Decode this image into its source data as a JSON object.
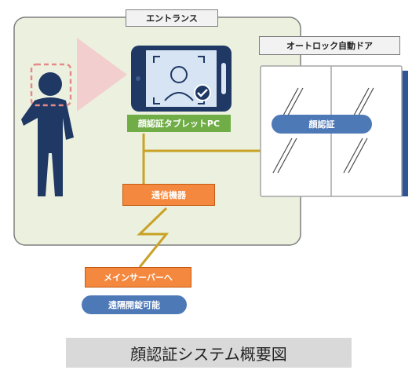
{
  "labels": {
    "entrance": "エントランス",
    "auto_lock_door": "オートロック自動ドア",
    "tablet": "顔認証タブレットPC",
    "door_auth": "顔認証",
    "comm_device": "通信機器",
    "to_main_server": "メインサーバーへ",
    "remote_unlock": "遠隔開錠可能"
  },
  "caption": "顔認証システム概要図",
  "colors": {
    "room_fill": "#ebf1de",
    "person": "#1f3864",
    "tablet": "#1f3864",
    "line": "#c9a227",
    "orange": "#f4883f",
    "green": "#70ad47",
    "blue_pill": "#4e79b7",
    "door_frame": "#2f5597"
  },
  "icons": [
    "person-icon",
    "face-scan-icon",
    "checkmark-icon",
    "lightning-link-icon"
  ]
}
